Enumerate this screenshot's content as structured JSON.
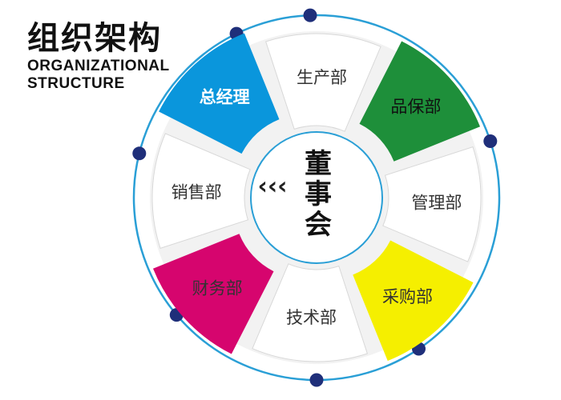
{
  "title": {
    "cn": "组织架构",
    "en_line1": "ORGANIZATIONAL",
    "en_line2": "STRUCTURE"
  },
  "center": {
    "label_chars": [
      "董",
      "事",
      "会"
    ],
    "arrows": "‹‹‹"
  },
  "segments": [
    {
      "label": "生产部",
      "fill": "#ffffff",
      "text_color": "#333333"
    },
    {
      "label": "品保部",
      "fill": "#1e8f3a",
      "text_color": "#111111"
    },
    {
      "label": "管理部",
      "fill": "#ffffff",
      "text_color": "#333333"
    },
    {
      "label": "采购部",
      "fill": "#f5ef00",
      "text_color": "#333333"
    },
    {
      "label": "技术部",
      "fill": "#ffffff",
      "text_color": "#333333"
    },
    {
      "label": "财务部",
      "fill": "#d6056e",
      "text_color": "#333333"
    },
    {
      "label": "销售部",
      "fill": "#ffffff",
      "text_color": "#333333"
    },
    {
      "label": "总经理",
      "fill": "#0a96dc",
      "text_color": "#ffffff"
    }
  ],
  "colors": {
    "outer_ring": "#2a9fd6",
    "dot": "#1f2f7a",
    "segment_border": "#d8d8d8"
  }
}
